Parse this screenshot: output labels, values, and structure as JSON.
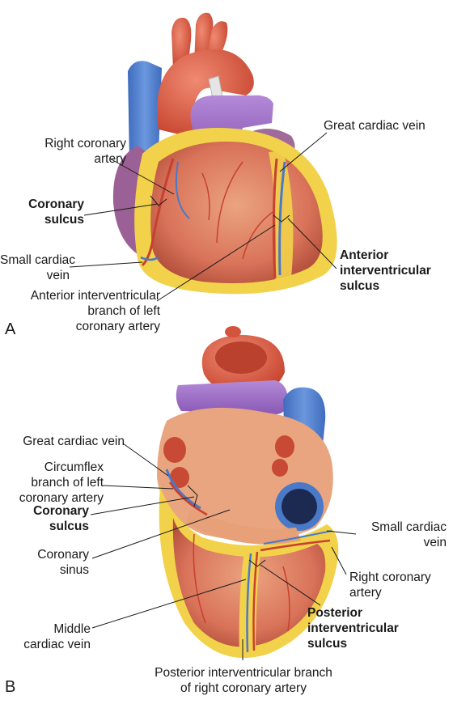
{
  "panel_a": {
    "letter": "A",
    "labels": {
      "right_coronary_artery": [
        "Right coronary",
        "artery"
      ],
      "coronary_sulcus": [
        "Coronary",
        "sulcus"
      ],
      "small_cardiac_vein": [
        "Small cardiac",
        "vein"
      ],
      "anterior_iv_branch": [
        "Anterior interventricular",
        "branch of left",
        "coronary artery"
      ],
      "great_cardiac_vein": "Great cardiac vein",
      "anterior_iv_sulcus": [
        "Anterior",
        "interventricular",
        "sulcus"
      ]
    }
  },
  "panel_b": {
    "letter": "B",
    "labels": {
      "great_cardiac_vein": "Great cardiac vein",
      "circumflex_branch": [
        "Circumflex",
        "branch of left",
        "coronary artery"
      ],
      "coronary_sulcus": [
        "Coronary",
        "sulcus"
      ],
      "coronary_sinus": [
        "Coronary",
        "sinus"
      ],
      "middle_cardiac_vein": [
        "Middle",
        "cardiac vein"
      ],
      "small_cardiac_vein": [
        "Small cardiac",
        "vein"
      ],
      "right_coronary_artery": [
        "Right coronary",
        "artery"
      ],
      "posterior_iv_sulcus": [
        "Posterior",
        "interventricular",
        "sulcus"
      ],
      "posterior_iv_branch": [
        "Posterior interventricular branch",
        "of right coronary artery"
      ]
    }
  },
  "colors": {
    "myocardium": "#d9735a",
    "fat": "#f2d24a",
    "artery": "#c8402f",
    "vein": "#4a79c7",
    "pulmonary": "#9b6ac4"
  }
}
